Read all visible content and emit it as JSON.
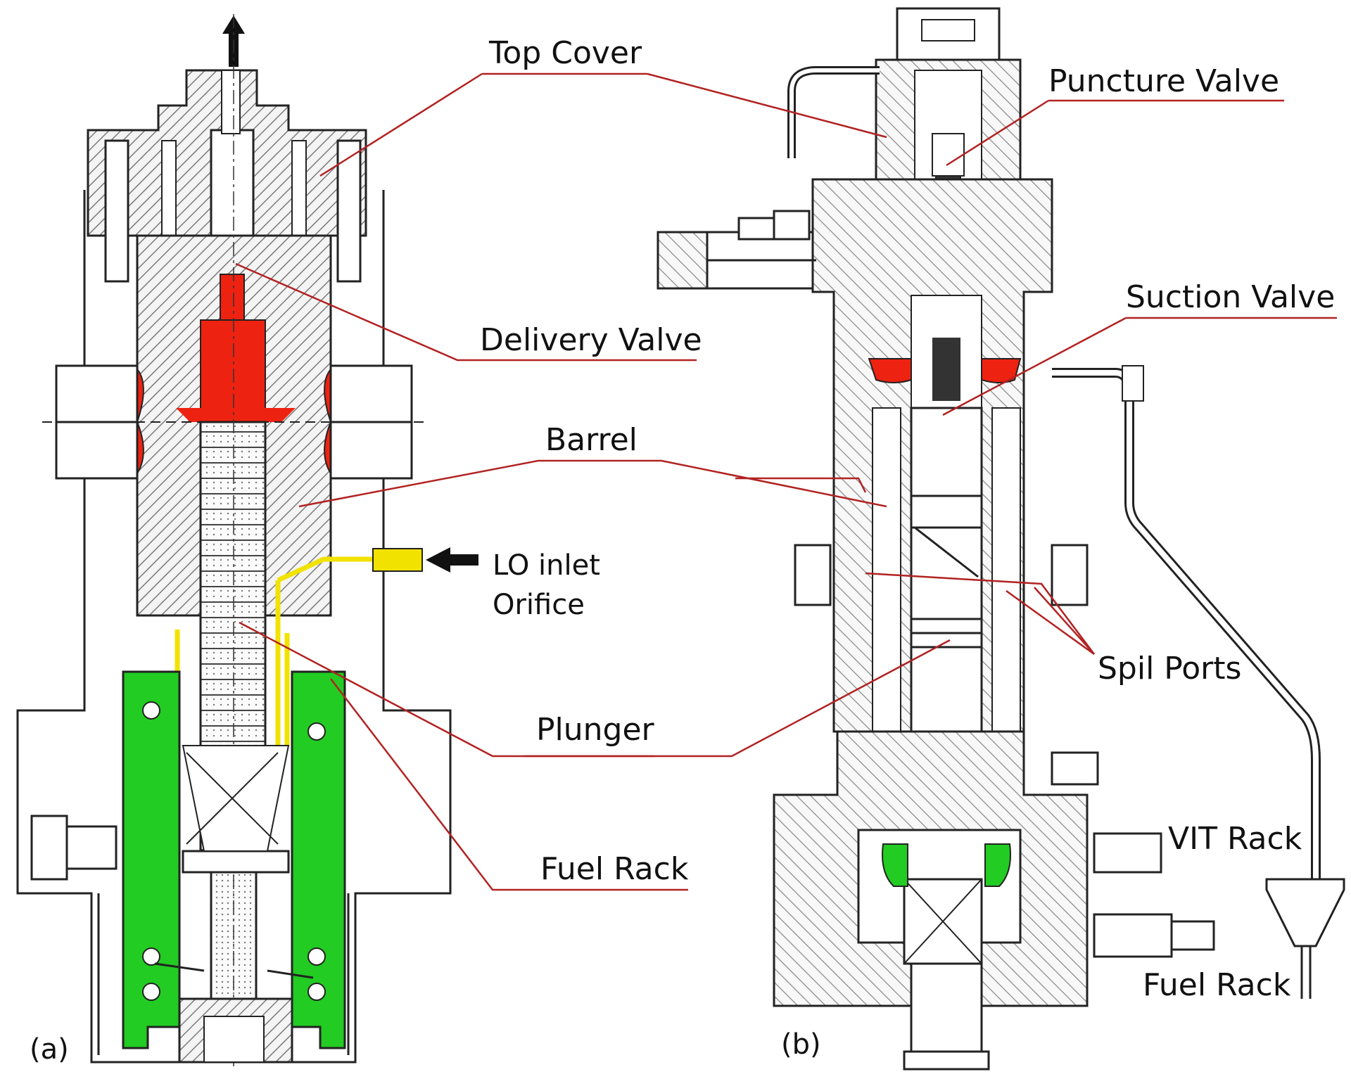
{
  "panel_a": {
    "tag": "(a)",
    "labels": {
      "top_cover": "Top Cover",
      "delivery_valve": "Delivery Valve",
      "barrel": "Barrel",
      "lo_inlet": "LO inlet",
      "orifice": "Orifice",
      "plunger": "Plunger",
      "fuel_rack": "Fuel Rack"
    }
  },
  "panel_b": {
    "tag": "(b)",
    "labels": {
      "puncture_valve": "Puncture Valve",
      "suction_valve": "Suction Valve",
      "spil_ports": "Spil Ports",
      "vit_rack": "VIT Rack",
      "fuel_rack": "Fuel Rack"
    }
  },
  "colors": {
    "leader": "#b22222",
    "valve_red": "#ee2211",
    "spring_green": "#22cc22",
    "lube_yellow": "#f2e200",
    "hatch_gray": "#909090",
    "line": "#222222"
  }
}
